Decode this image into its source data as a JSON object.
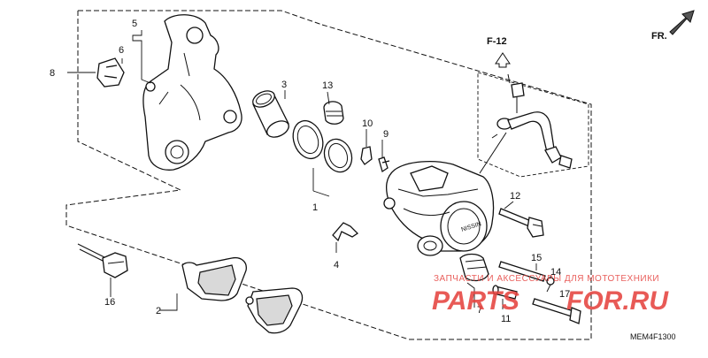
{
  "diagram": {
    "callouts": {
      "p1": "1",
      "p2": "2",
      "p3": "3",
      "p4": "4",
      "p5": "5",
      "p6": "6",
      "p7": "7",
      "p8": "8",
      "p9": "9",
      "p10": "10",
      "p11": "11",
      "p12": "12",
      "p13": "13",
      "p14": "14",
      "p15": "15",
      "p16": "16",
      "p17": "17"
    },
    "section_ref": "F-12",
    "front_arrow_label": "FR.",
    "caliper_brand": "NISSIN",
    "drawing_code": "MEM4F1300",
    "watermark": {
      "top_text": "ЗАПЧАСТИ И АКСЕССУАРЫ ДЛЯ МОТОТЕХНИКИ",
      "main_left": "PARTS",
      "main_right": "FOR.RU",
      "main_left_color": "#e5433f",
      "main_right_color": "#e5433f"
    }
  }
}
